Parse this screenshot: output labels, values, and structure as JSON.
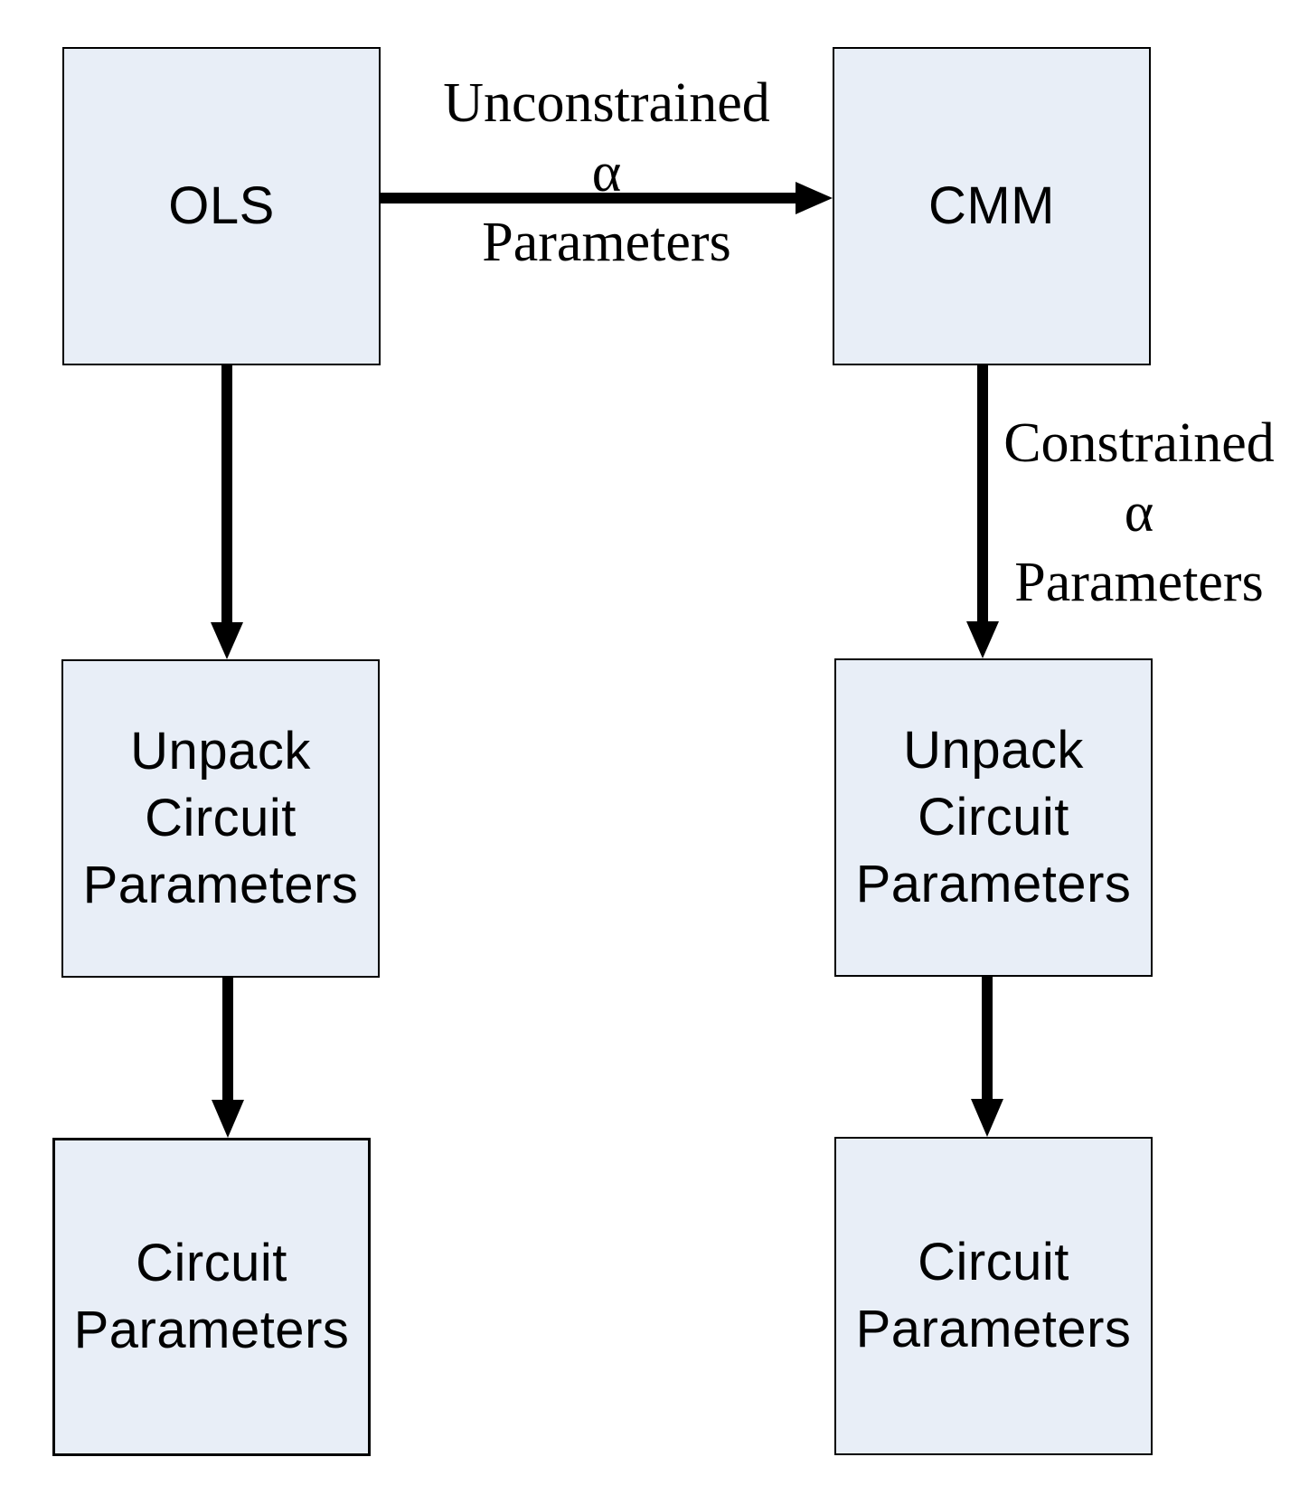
{
  "theme": {
    "canvas_bg": "#ffffff",
    "box_fill": "#e8eef7",
    "box_border": "#000000",
    "arrow_color": "#000000",
    "text_color": "#000000"
  },
  "nodes": {
    "ols": {
      "label": "OLS"
    },
    "cmm": {
      "label": "CMM"
    },
    "unpack_left": {
      "lines": [
        "Unpack",
        "Circuit",
        "Parameters"
      ]
    },
    "unpack_right": {
      "lines": [
        "Unpack",
        "Circuit",
        "Parameters"
      ]
    },
    "circuit_left": {
      "lines": [
        "Circuit",
        "Parameters"
      ]
    },
    "circuit_right": {
      "lines": [
        "Circuit",
        "Parameters"
      ]
    }
  },
  "edges": {
    "unconstrained": {
      "from": "OLS",
      "to": "CMM",
      "lines": [
        "Unconstrained",
        "α",
        "Parameters"
      ]
    },
    "constrained": {
      "from": "CMM",
      "to": "Unpack Circuit Parameters",
      "lines": [
        "Constrained",
        "α",
        "Parameters"
      ]
    },
    "ols_to_unpack": {
      "from": "OLS",
      "to": "Unpack Circuit Parameters",
      "lines": []
    },
    "unpack_left_to_circuit": {
      "from": "Unpack Circuit Parameters",
      "to": "Circuit Parameters",
      "lines": []
    },
    "unpack_right_to_circuit": {
      "from": "Unpack Circuit Parameters",
      "to": "Circuit Parameters",
      "lines": []
    }
  }
}
